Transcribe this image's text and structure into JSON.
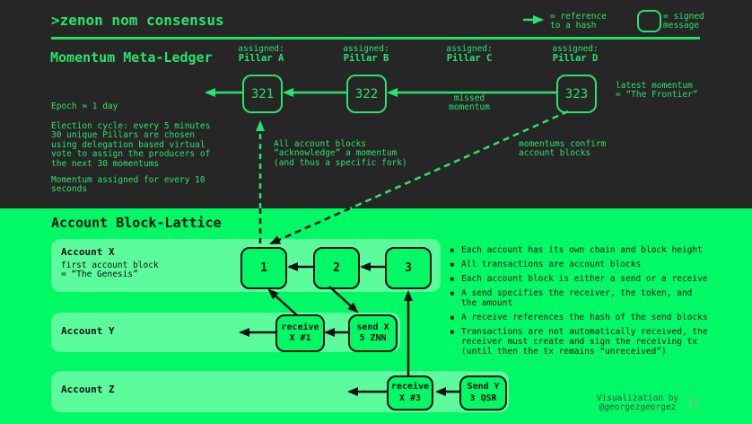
{
  "header": {
    "title": ">zenon nom consensus",
    "legend_reference": "= reference\nto a hash",
    "legend_signed": "= signed\nmessage"
  },
  "momentum": {
    "title": "Momentum Meta-Ledger",
    "epoch": "Epoch ≈ 1 day",
    "election": "Election cycle: every 5 minutes\n30 unique Pillars are chosen\nusing delegation based virtual\nvote to assign the producers of\nthe next 30 momentums",
    "assignment": "Momentum assigned for every 10\nseconds",
    "pillars": [
      {
        "prefix": "assigned:",
        "name": "Pillar A"
      },
      {
        "prefix": "assigned:",
        "name": "Pillar B"
      },
      {
        "prefix": "assigned:",
        "name": "Pillar C"
      },
      {
        "prefix": "assigned:",
        "name": "Pillar D"
      }
    ],
    "blocks": [
      "321",
      "322",
      "323"
    ],
    "missed": "missed\nmomentum",
    "latest": "latest momentum\n= “The Frontier”",
    "ack_note": "All account blocks\n“acknowledge” a momentum\n(and thus a specific fork)",
    "confirm_note": "momentums confirm\naccount blocks"
  },
  "lattice": {
    "title": "Account Block-Lattice",
    "bullet_char": "▪",
    "accounts": [
      {
        "name": "Account X",
        "sub": "first account block\n= “The Genesis”",
        "blocks": [
          "1",
          "2",
          "3"
        ]
      },
      {
        "name": "Account Y",
        "blocks": [
          "receive\nX #1",
          "send X\n5 ZNN"
        ]
      },
      {
        "name": "Account Z",
        "blocks": [
          "receive\nX #3",
          "Send Y\n3 QSR"
        ]
      }
    ],
    "bullets": [
      "Each account has its own chain and block height",
      "All transactions are account blocks",
      "Each account block is either a send or a receive",
      "A send specifies the receiver, the token, and\nthe amount",
      "A receive references the hash of the send blocks",
      "Transactions are not automatically received, the\nreceiver must create and sign the receiving tx\n(until then the tx remains “unreceived”)"
    ]
  },
  "footer": {
    "credit": "Visualization by\n@georgezgeorgez",
    "page": "13"
  },
  "colors": {
    "dark_bg": "#262626",
    "green_bg": "#00f964",
    "green_accent": "#2be36b",
    "row_bg": "rgba(255,255,255,0.36)",
    "ink": "#0d1117"
  }
}
